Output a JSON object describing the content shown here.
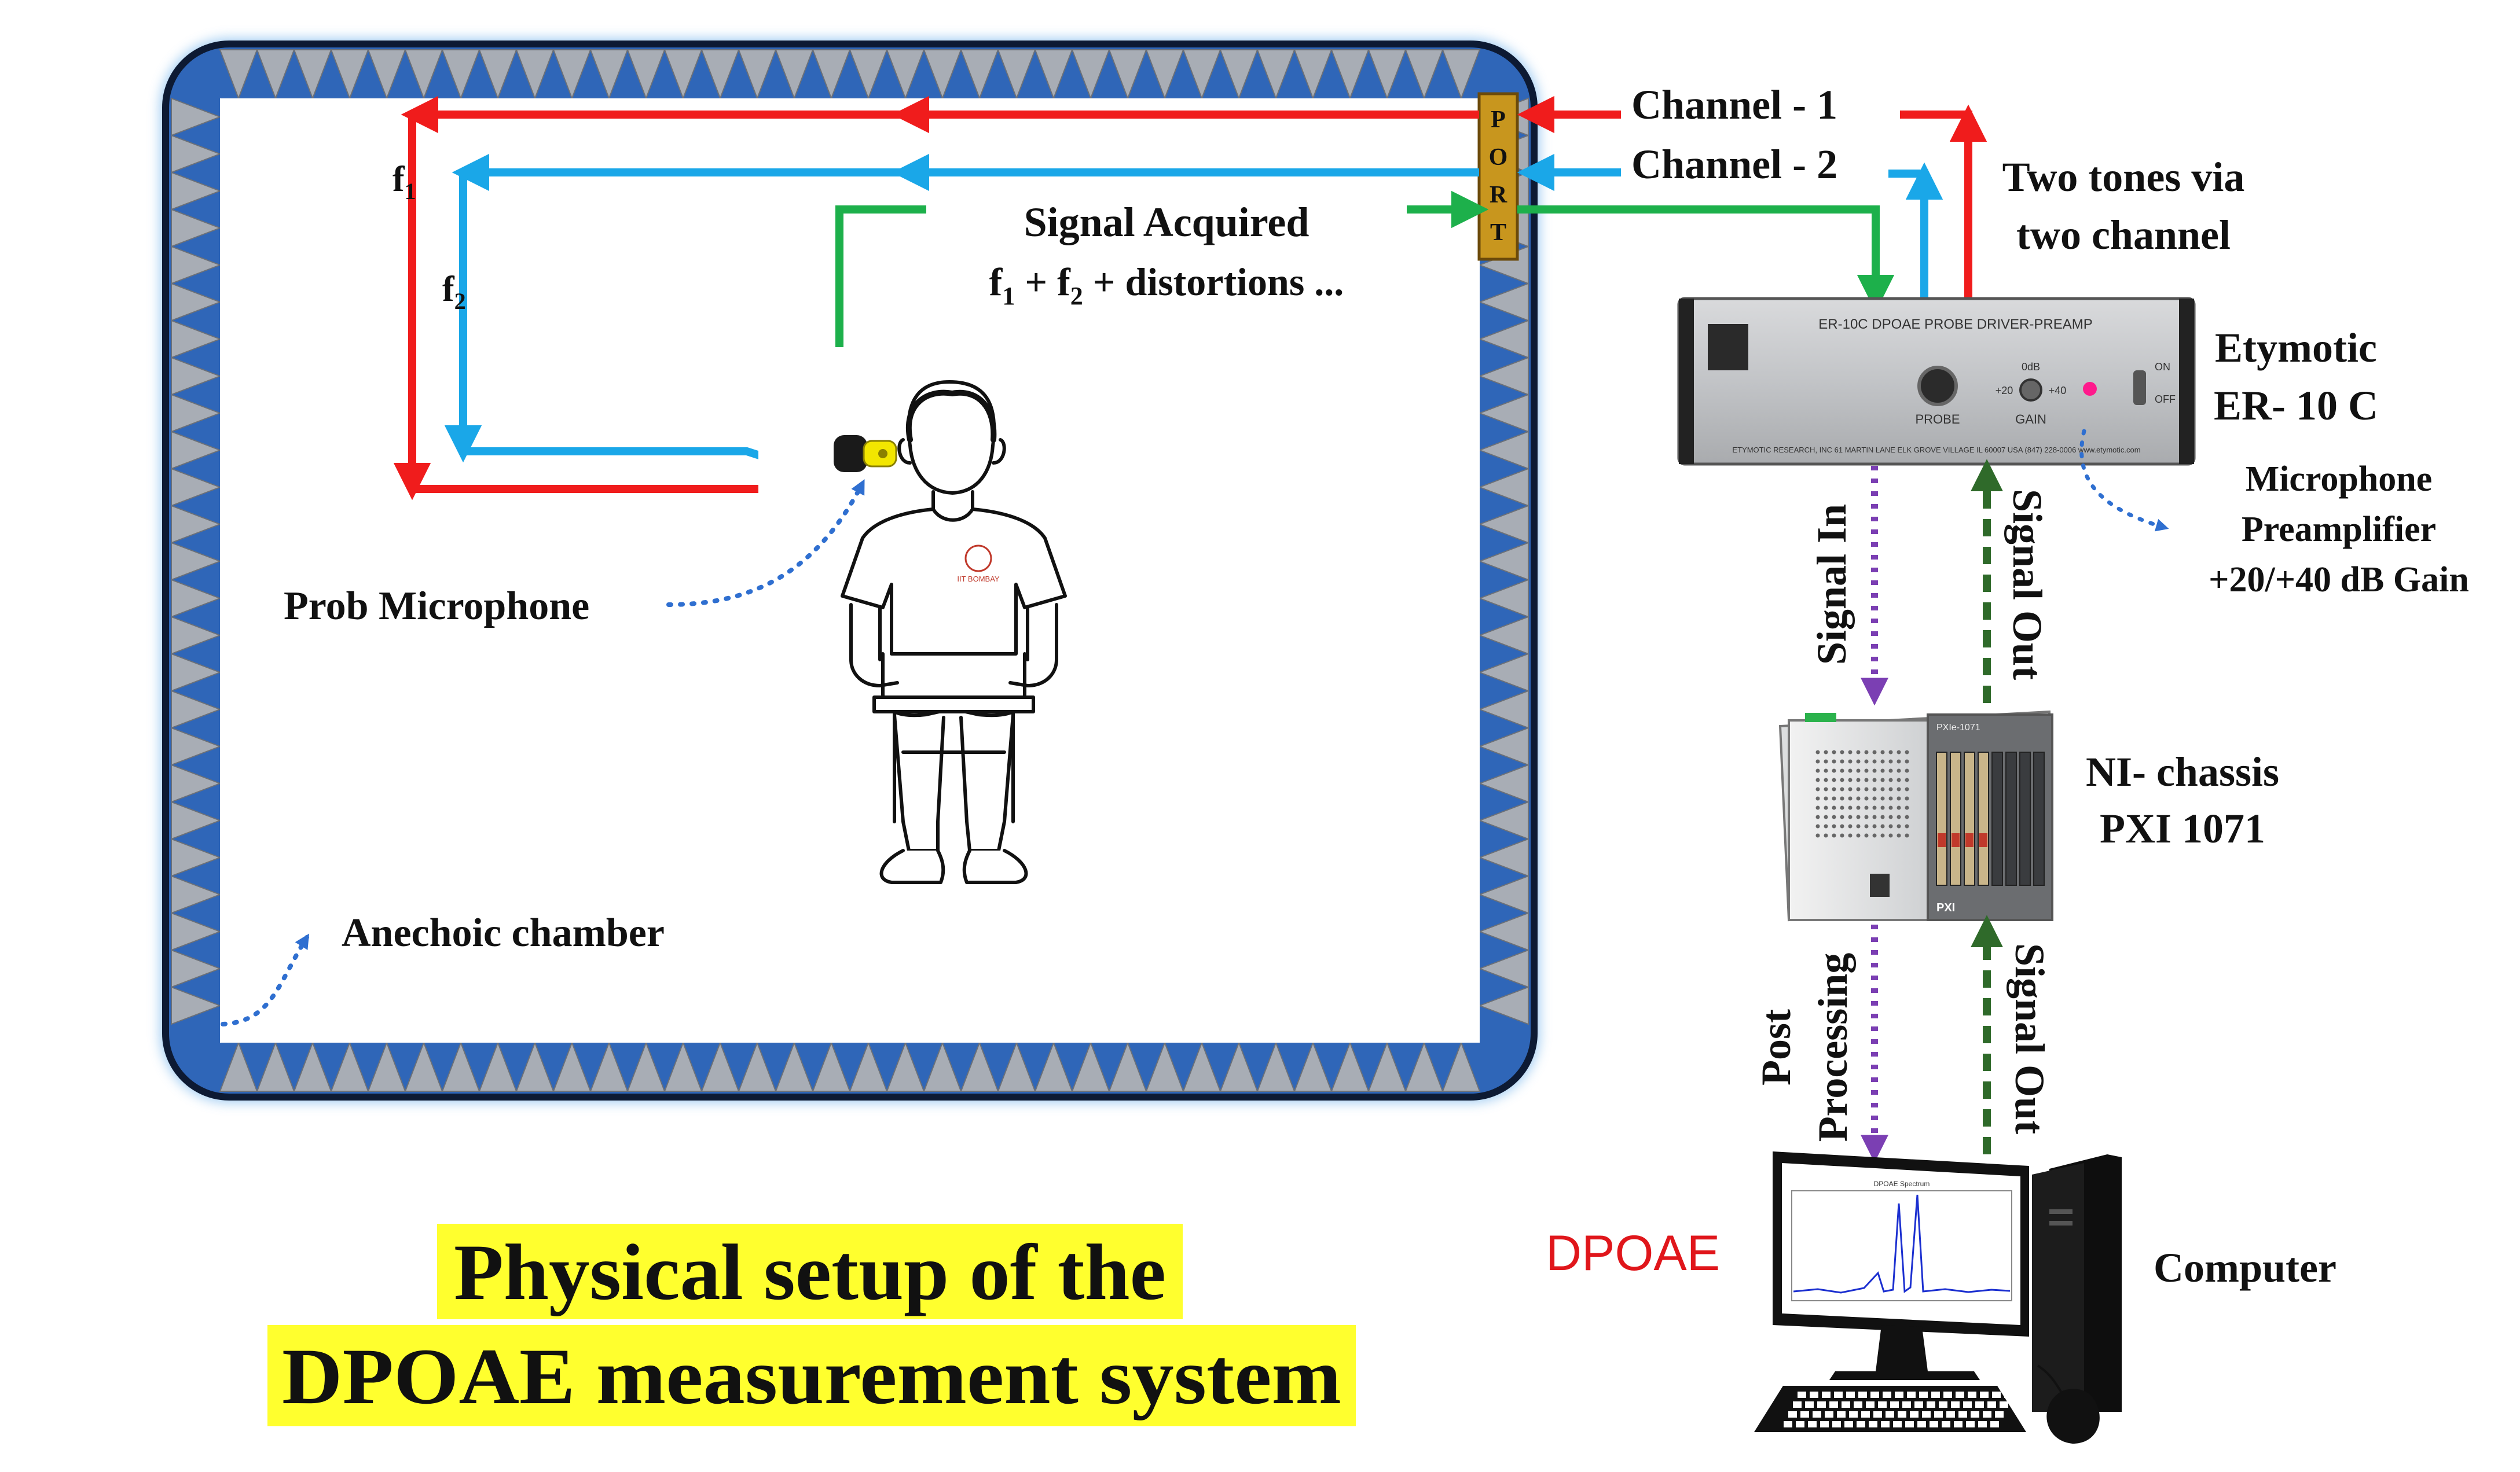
{
  "colors": {
    "channel1": "#f01c1c",
    "channel2": "#1aa7e8",
    "acquired": "#1db04b",
    "signal_in": "#7b3fb3",
    "signal_out": "#2f6a2a",
    "chamber_wedge": "#2f66b8",
    "port": "#c8961e",
    "title_bg": "#ffff2e",
    "blue_text": "#1b3f8f",
    "dpoae_red": "#e0161b"
  },
  "chamber": {
    "label": "Anechoic chamber",
    "port_letters": [
      "P",
      "O",
      "R",
      "T"
    ]
  },
  "signals": {
    "channel1": "Channel - 1",
    "channel2": "Channel - 2",
    "f1_base": "f",
    "f1_sub": "1",
    "f2_base": "f",
    "f2_sub": "2",
    "acquired_title": "Signal Acquired",
    "acquired_formula": {
      "p1": "f",
      "s1": "1",
      "p2": " + f",
      "s2": "2",
      "p3": " + distortions ..."
    },
    "two_tones_line1": "Two tones via",
    "two_tones_line2": "two channel"
  },
  "subject": {
    "probe_label": "Prob Microphone",
    "shirt_text": "IIT BOMBAY"
  },
  "er10c": {
    "title": "ER-10C DPOAE PROBE DRIVER-PREAMP",
    "probe": "PROBE",
    "gain": "GAIN",
    "gain_0": "0dB",
    "gain_20": "+20",
    "gain_40": "+40",
    "on": "ON",
    "off": "OFF",
    "footer": "ETYMOTIC RESEARCH, INC   61 MARTIN LANE   ELK GROVE VILLAGE  IL 60007 USA   (847) 228-0006   www.etymotic.com",
    "name_line1": "Etymotic",
    "name_line2": "ER- 10 C",
    "preamp_line1": "Microphone",
    "preamp_line2": "Preamplifier",
    "preamp_line3": "+20/+40 dB Gain"
  },
  "links": {
    "signal_in": "Signal In",
    "signal_out_1": "Signal Out",
    "signal_out_2": "Signal Out",
    "post_line1": "Post",
    "post_line2": "Processing"
  },
  "ni": {
    "line1": "NI- chassis",
    "line2": "PXI 1071",
    "model": "PXIe-1071",
    "badge": "PXI"
  },
  "computer": {
    "label": "Computer",
    "dpoae": "DPOAE",
    "screen_title": "DPOAE Spectrum"
  },
  "title": {
    "line1": "Physical setup of the",
    "line2": "DPOAE measurement system"
  }
}
